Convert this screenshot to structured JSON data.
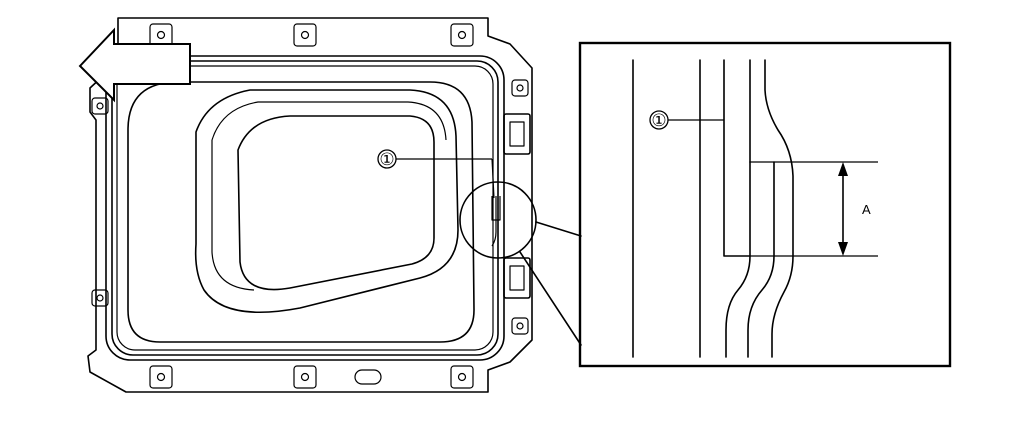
{
  "callouts": {
    "part_main": "①",
    "part_detail": "①",
    "dimension": "A"
  },
  "colors": {
    "line": "#000000",
    "background": "#ffffff"
  },
  "icons": {
    "direction_arrow": "front-direction-arrow-icon"
  }
}
